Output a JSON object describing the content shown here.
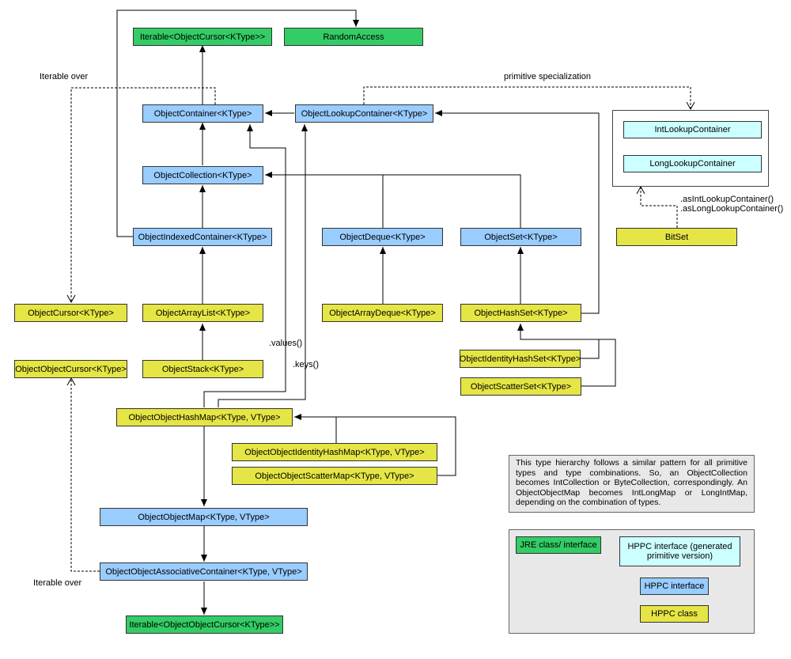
{
  "colors": {
    "jre": "#33cc66",
    "iface": "#99ccff",
    "gen": "#ccffff",
    "cls": "#e5e545",
    "line": "#000000"
  },
  "nodes": {
    "iterable_cursor": "Iterable<ObjectCursor<KType>>",
    "random_access": "RandomAccess",
    "container": "ObjectContainer<KType>",
    "lookup_container": "ObjectLookupContainer<KType>",
    "collection": "ObjectCollection<KType>",
    "indexed_container": "ObjectIndexedContainer<KType>",
    "deque": "ObjectDeque<KType>",
    "set": "ObjectSet<KType>",
    "cursor": "ObjectCursor<KType>",
    "array_list": "ObjectArrayList<KType>",
    "array_deque": "ObjectArrayDeque<KType>",
    "hash_set": "ObjectHashSet<KType>",
    "object_object_cursor": "ObjectObjectCursor<KType>",
    "stack": "ObjectStack<KType>",
    "identity_hash_set": "ObjectIdentityHashSet<KType>",
    "scatter_set": "ObjectScatterSet<KType>",
    "hash_map": "ObjectObjectHashMap<KType, VType>",
    "identity_hash_map": "ObjectObjectIdentityHashMap<KType, VType>",
    "scatter_map": "ObjectObjectScatterMap<KType, VType>",
    "object_map": "ObjectObjectMap<KType, VType>",
    "assoc_container": "ObjectObjectAssociativeContainer<KType, VType>",
    "iterable_oo_cursor": "Iterable<ObjectObjectCursor<KType>>",
    "int_lookup": "IntLookupContainer",
    "long_lookup": "LongLookupContainer",
    "bitset": "BitSet"
  },
  "labels": {
    "iterable_over_top": "Iterable over",
    "iterable_over_bottom": "Iterable over",
    "primitive_specialization": "primitive specialization",
    "values": ".values()",
    "keys": ".keys()",
    "as_int_lookup": ".asIntLookupContainer()",
    "as_long_lookup": ".asLongLookupContainer()"
  },
  "note": "This type hierarchy follows a similar pattern for all primitive types and type combinations. So, an ObjectCollection becomes IntCollection or ByteCollection, correspondingly. An ObjectObjectMap becomes IntLongMap or LongIntMap, depending on the combination of types.",
  "legend": {
    "jre": "JRE class/ interface",
    "generated": "HPPC interface (generated primitive version)",
    "interface": "HPPC interface",
    "class": "HPPC class"
  }
}
